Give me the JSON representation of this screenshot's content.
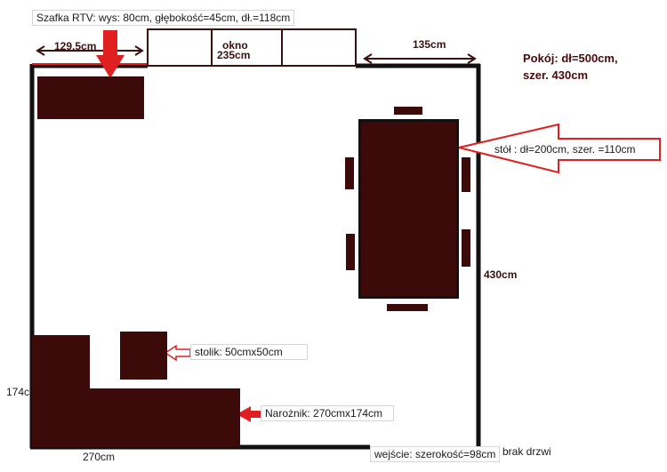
{
  "labels": {
    "rtv": "Szafka RTV: wys: 80cm, głębokość=45cm, dł.=118cm",
    "dim_left_top": "129,5cm",
    "window_title": "okno",
    "window_width": "235cm",
    "dim_right_top": "135cm",
    "room_line1": "Pokój: dł=500cm,",
    "room_line2": "szer. 430cm",
    "table": "stół : dł=200cm, szer. =110cm",
    "dim_right_side": "430cm",
    "coffee_table": "stolik: 50cmx50cm",
    "corner_sofa": "Narożnik: 270cmx174cm",
    "dim_left_side": "174c",
    "dim_bottom": "270cm",
    "entrance": "wejście: szerokość=98cm",
    "no_door": "brak drzwi"
  },
  "colors": {
    "furniture": "#3d0a0a",
    "arrow_red": "#e02020",
    "walls": "#111111",
    "window_frame": "#3a1010",
    "dim_arrow": "#3a1010"
  }
}
